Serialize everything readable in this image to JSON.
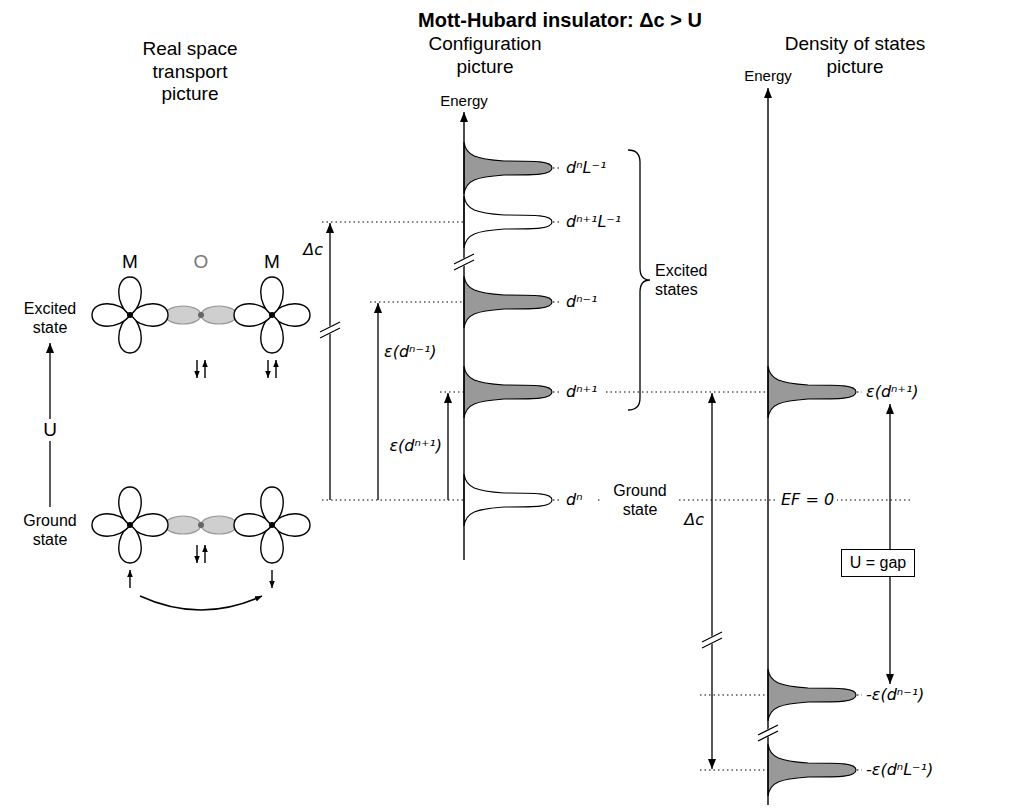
{
  "diagram": {
    "title": "Mott-Hubard insulator: Δc > U",
    "nodes": [
      {
        "text": [
          "U = gap"
        ]
      }
    ],
    "labels": [
      "Real space transport picture",
      "Configuration picture",
      "Density of states picture",
      "Energy",
      "Energy",
      "M",
      "O",
      "M",
      "Excited state",
      "U",
      "Ground state",
      "Δc",
      "ε(dⁿ⁻¹)",
      "ε(dⁿ⁺¹)",
      "dⁿL⁻¹",
      "dⁿ⁺¹L⁻¹",
      "dⁿ⁻¹",
      "dⁿ⁺¹",
      "dⁿ",
      "Excited states",
      "Ground state",
      "EF = 0",
      "ε(dⁿ⁺¹)",
      "Δc",
      "-ε(dⁿ⁻¹)",
      "-ε(dⁿL⁻¹)"
    ]
  }
}
